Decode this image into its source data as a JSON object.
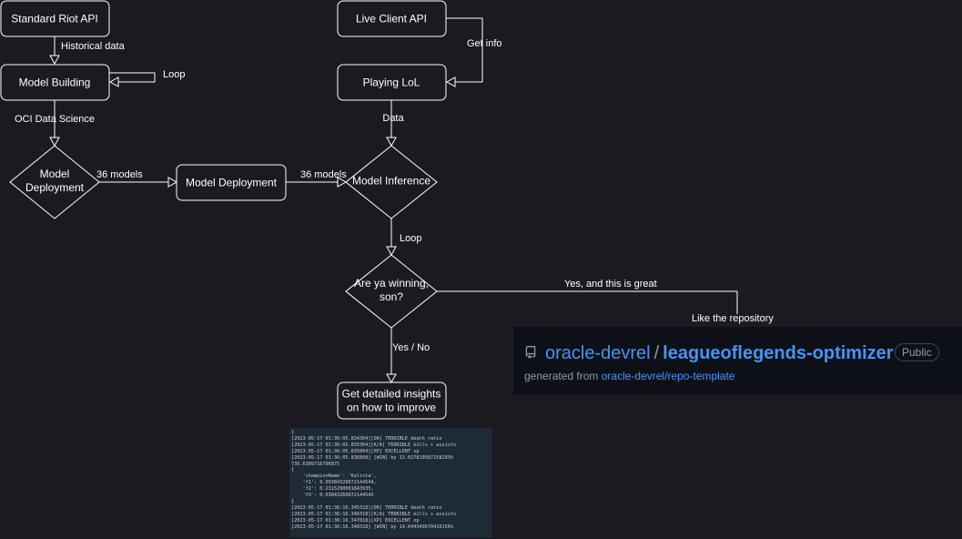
{
  "nodes": {
    "standard_riot_api": "Standard Riot API",
    "model_building": "Model Building",
    "model_deployment_diamond": [
      "Model",
      "Deployment"
    ],
    "model_deployment_box": "Model Deployment",
    "live_client_api": "Live Client API",
    "playing_lol": "Playing LoL",
    "model_inference": "Model Inference",
    "are_ya_winning": [
      "Are ya winning,",
      "son?"
    ],
    "insights": [
      "Get detailed insights",
      "on how to improve"
    ]
  },
  "edge_labels": {
    "historical_data": "Historical data",
    "loop_1": "Loop",
    "oci_data_science": "OCI Data Science",
    "models_36_a": "36 models",
    "models_36_b": "36 models",
    "get_info": "Get info",
    "data": "Data",
    "loop_2": "Loop",
    "yes_no": "Yes / No",
    "yes_great": "Yes, and this is great",
    "like_repo": "Like the repository"
  },
  "repo_card": {
    "owner": "oracle-devrel",
    "separator": "/",
    "name": "leagueoflegends-optimizer",
    "visibility": "Public",
    "generated_prefix": "generated from",
    "template": "oracle-devrel/repo-template",
    "icon": "repo-icon"
  },
  "terminal_log": [
    "}",
    "[2023-05-17 01:36:05.834304][DR] TERRIBLE death ratio",
    "[2023-05-17 01:36:05.835304][K/A] TERRIBLE kills + assists",
    "[2023-05-17 01:36:05.835804][XP] EXCELLENT xp",
    "[2023-05-17 01:36:05.836808] [WIN] by 13.027810587158203%",
    "735.6309716796875",
    "{",
    "    'championName': 'Kalista',",
    "    'f1': 0.09384326672144544,",
    "    'f2': 0.2315290001843935,",
    "    'f3': 0.03843260872144545",
    "}",
    "[2023-05-17 01:36:16.345318][DR] TERRIBLE death ratio",
    "[2023-05-17 01:36:16.346318][K/A] TERRIBLE kills + assists",
    "[2023-05-17 01:36:16.347818][XP] EXCELLENT xp",
    "[2023-05-17 01:36:16.348318] [WIN] by 14.044349670410156%"
  ],
  "colors": {
    "background": "#1c1a21",
    "stroke": "#ffffff",
    "link": "#4493f8",
    "card_bg": "#0d1117",
    "terminal_bg": "#1e2a35"
  }
}
